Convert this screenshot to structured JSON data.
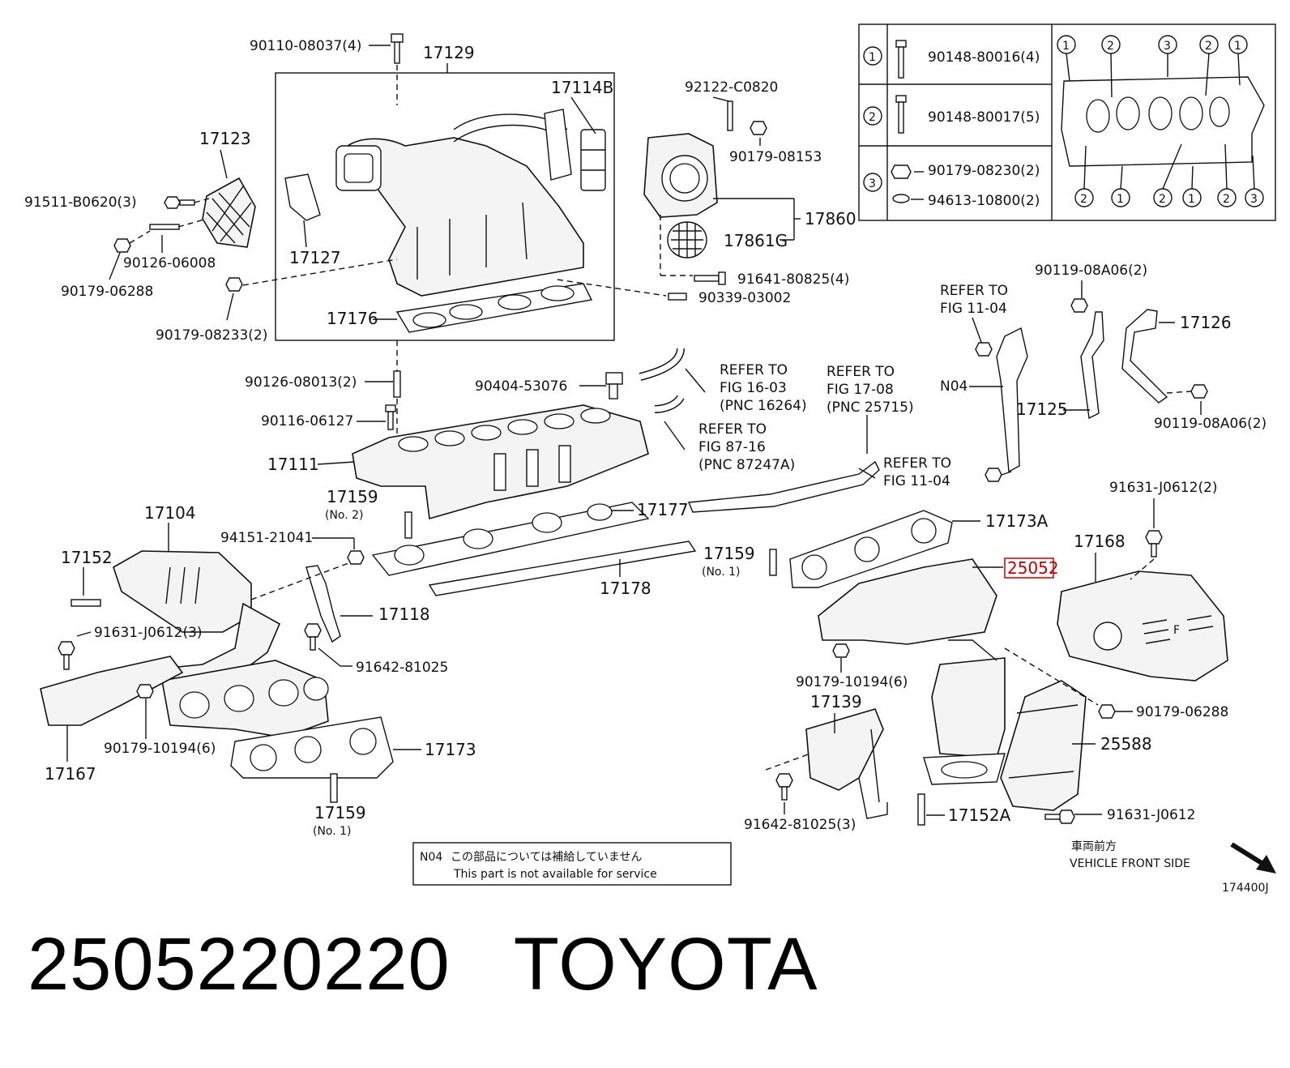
{
  "diagram_id": "174400J",
  "footer": {
    "part_number": "2505220220",
    "brand": "TOYOTA"
  },
  "legend_box": {
    "rows": [
      {
        "num": "1",
        "part": "90148-80016(4)"
      },
      {
        "num": "2",
        "part": "90148-80017(5)"
      },
      {
        "num": "3",
        "part_a": "90179-08230(2)",
        "part_b": "94613-10800(2)"
      }
    ],
    "gasket_top_numbers": [
      "1",
      "2",
      "3",
      "2",
      "1"
    ],
    "gasket_bottom_numbers": [
      "2",
      "1",
      "2",
      "1",
      "2",
      "3"
    ]
  },
  "note": {
    "code": "N04",
    "jp": "この部品については補給していません",
    "en": "This part is not available for service"
  },
  "vehicle_front": {
    "jp": "車両前方",
    "en": "VEHICLE FRONT SIDE"
  },
  "labels": {
    "p90110": "90110-08037(4)",
    "p17129": "17129",
    "p17114B": "17114B",
    "p92122": "92122-C0820",
    "p90179_08153": "90179-08153",
    "p17123": "17123",
    "p91511": "91511-B0620(3)",
    "p90126_06008": "90126-06008",
    "p90179_06288a": "90179-06288",
    "p17127": "17127",
    "p17860": "17860",
    "p17861G": "17861G",
    "p91641": "91641-80825(4)",
    "p90339": "90339-03002",
    "p90179_08233": "90179-08233(2)",
    "p17176": "17176",
    "refer_fig11_04a_1": "REFER TO",
    "refer_fig11_04a_2": "FIG 11-04",
    "p90119a": "90119-08A06(2)",
    "p17126": "17126",
    "refer_16_1": "REFER TO",
    "refer_16_2": "FIG 16-03",
    "refer_16_3": "(PNC 16264)",
    "refer_17_1": "REFER TO",
    "refer_17_2": "FIG 17-08",
    "refer_17_3": "(PNC 25715)",
    "p90126_08013": "90126-08013(2)",
    "p90404": "90404-53076",
    "n04": "N04",
    "p17125": "17125",
    "p90119b": "90119-08A06(2)",
    "p90116": "90116-06127",
    "refer_87_1": "REFER TO",
    "refer_87_2": "FIG 87-16",
    "refer_87_3": "(PNC 87247A)",
    "p17111": "17111",
    "refer_11b_1": "REFER TO",
    "refer_11b_2": "FIG 11-04",
    "p17104": "17104",
    "p17159_no2": "17159",
    "p17159_no2_sub": "(No. 2)",
    "p17177": "17177",
    "p91631a": "91631-J0612(2)",
    "p17152": "17152",
    "p94151": "94151-21041",
    "p17173A": "17173A",
    "p17168": "17168",
    "p17159_no1a": "17159",
    "p17159_no1a_sub": "(No. 1)",
    "p25052": "25052",
    "p17178": "17178",
    "p17118": "17118",
    "p91631b": "91631-J0612(3)",
    "p91642a": "91642-81025",
    "p90179_10194a": "90179-10194(6)",
    "p17139": "17139",
    "p90179_06288b": "90179-06288",
    "p90179_10194b": "90179-10194(6)",
    "p25588": "25588",
    "p17167": "17167",
    "p17173": "17173",
    "p91642b": "91642-81025(3)",
    "p17152A": "17152A",
    "p91631c": "91631-J0612",
    "p17159_no1b": "17159",
    "p17159_no1b_sub": "(No. 1)"
  },
  "colors": {
    "highlight": "#c00000",
    "line": "#111111"
  }
}
